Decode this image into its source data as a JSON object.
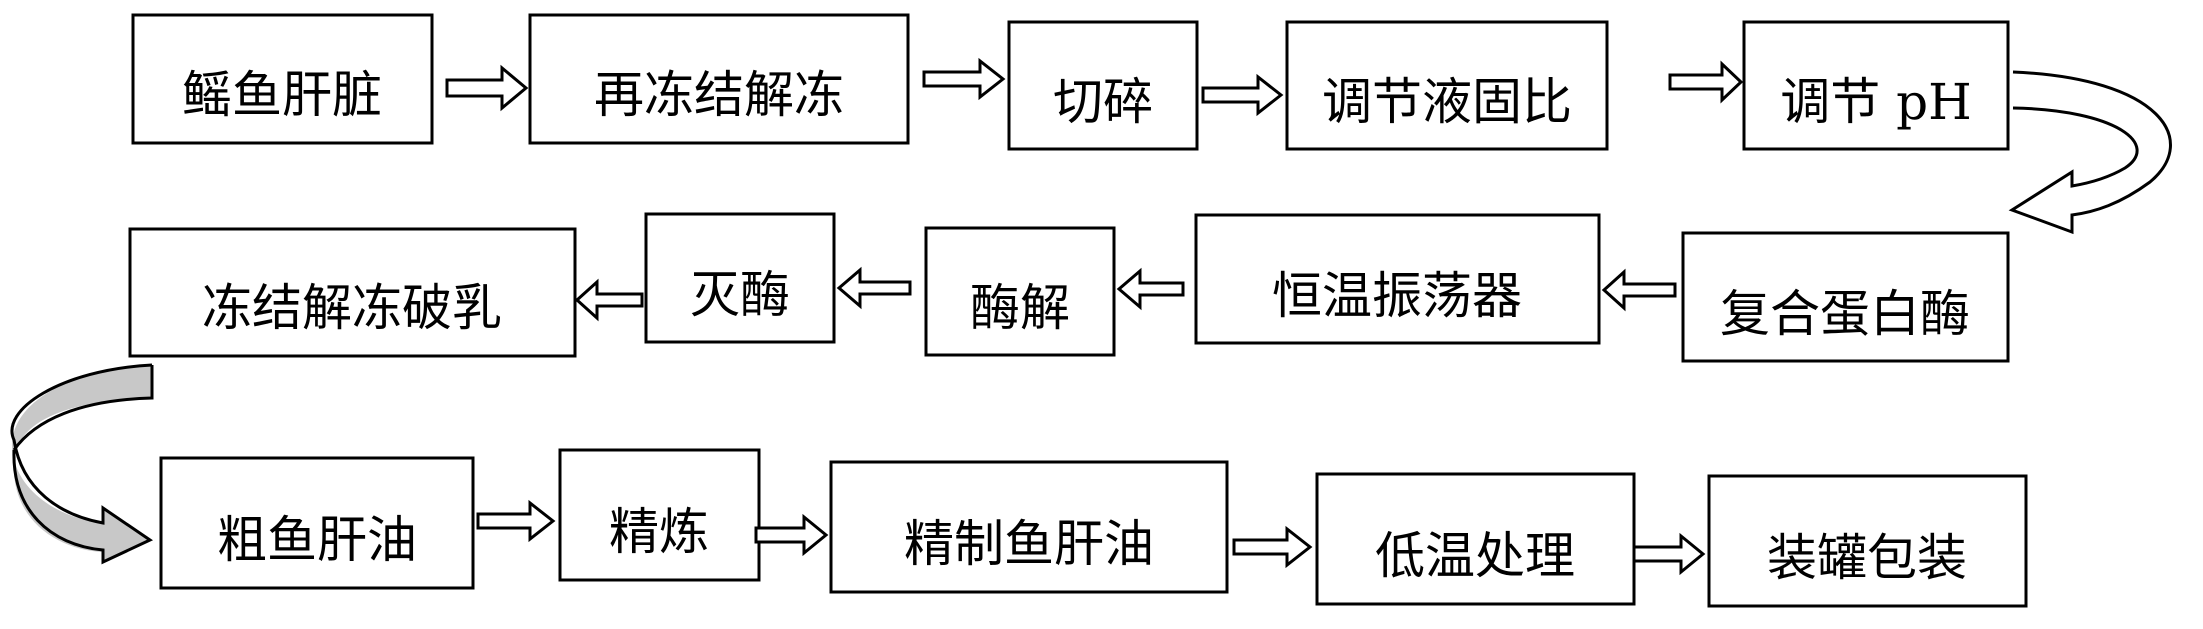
{
  "flowchart": {
    "row1": [
      "鳐鱼肝脏",
      "再冻结解冻",
      "切碎",
      "调节液固比",
      "调节 pH"
    ],
    "row2": [
      "冻结解冻破乳",
      "灭酶",
      "酶解",
      "恒温振荡器",
      "复合蛋白酶"
    ],
    "row3": [
      "粗鱼肝油",
      "精炼",
      "精制鱼肝油",
      "低温处理",
      "装罐包装"
    ]
  },
  "colors": {
    "line": "#000000",
    "box_fill": "#ffffff",
    "curved_arrow_fill": "#c8c8c8"
  }
}
